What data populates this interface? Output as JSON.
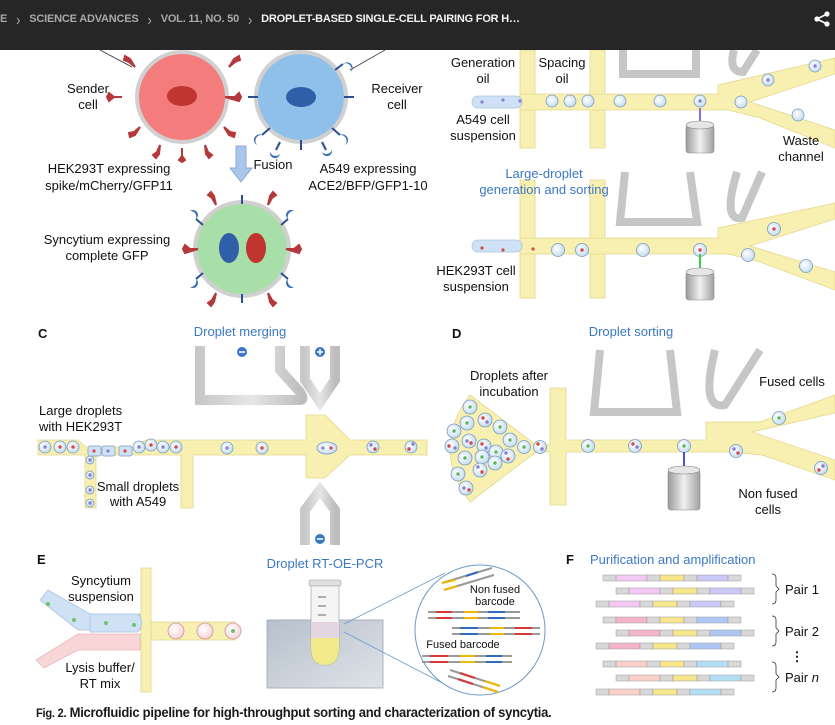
{
  "breadcrumb": {
    "items": [
      "E",
      "SCIENCE ADVANCES",
      "VOL. 11, NO. 50",
      "DROPLET-BASED SINGLE-CELL PAIRING FOR H…"
    ],
    "separator": ">"
  },
  "header": {
    "share_icon": "share-icon"
  },
  "colors": {
    "topbar_bg": "#262626",
    "accent_blue_text": "#3b78c4",
    "channel_yellow": "#f8f0b0",
    "sender_cell": "#f47c7c",
    "receiver_cell": "#8fc0ea",
    "syncytium": "#a8dfa8"
  },
  "panelA": {
    "sender_label": [
      "Sender",
      "cell"
    ],
    "receiver_label": [
      "Receiver",
      "cell"
    ],
    "fusion_label": "Fusion",
    "hek_label": [
      "HEK293T expressing",
      "spike/mCherry/GFP11"
    ],
    "a549_label": [
      "A549 expressing",
      "ACE2/BFP/GFP1-10"
    ],
    "syncytium_label": [
      "Syncytium expressing",
      "complete GFP"
    ]
  },
  "panelB": {
    "generation_oil": [
      "Generation",
      "oil"
    ],
    "spacing_oil": [
      "Spacing",
      "oil"
    ],
    "a549_suspension": [
      "A549 cell",
      "suspension"
    ],
    "waste_channel": [
      "Waste",
      "channel"
    ],
    "title": [
      "Large-droplet",
      "generation and sorting"
    ],
    "hek_suspension": [
      "HEK293T cell",
      "suspension"
    ]
  },
  "panelC": {
    "letter": "C",
    "title": "Droplet merging",
    "large_droplets": [
      "Large droplets",
      "with HEK293T"
    ],
    "small_droplets": [
      "Small droplets",
      "with A549"
    ]
  },
  "panelD": {
    "letter": "D",
    "title": "Droplet sorting",
    "after_incubation": [
      "Droplets after",
      "incubation"
    ],
    "fused_cells": "Fused cells",
    "non_fused": [
      "Non fused",
      "cells"
    ]
  },
  "panelE": {
    "letter": "E",
    "title": "Droplet RT-OE-PCR",
    "syncytium_suspension": [
      "Syncytium",
      "suspension"
    ],
    "lysis": [
      "Lysis buffer/",
      "RT mix"
    ],
    "non_fused_barcode": [
      "Non fused",
      "barcode"
    ],
    "fused_barcode": "Fused barcode"
  },
  "panelF": {
    "letter": "F",
    "title": "Purification and amplification",
    "pairs": [
      "Pair 1",
      "Pair 2",
      "Pair "
    ],
    "pair_n_italic": "n",
    "ellipsis": "⋮"
  },
  "caption": {
    "fig_number": "Fig. 2.",
    "text": " Microfluidic pipeline for high-throughput sorting and characterization of syncytia."
  }
}
